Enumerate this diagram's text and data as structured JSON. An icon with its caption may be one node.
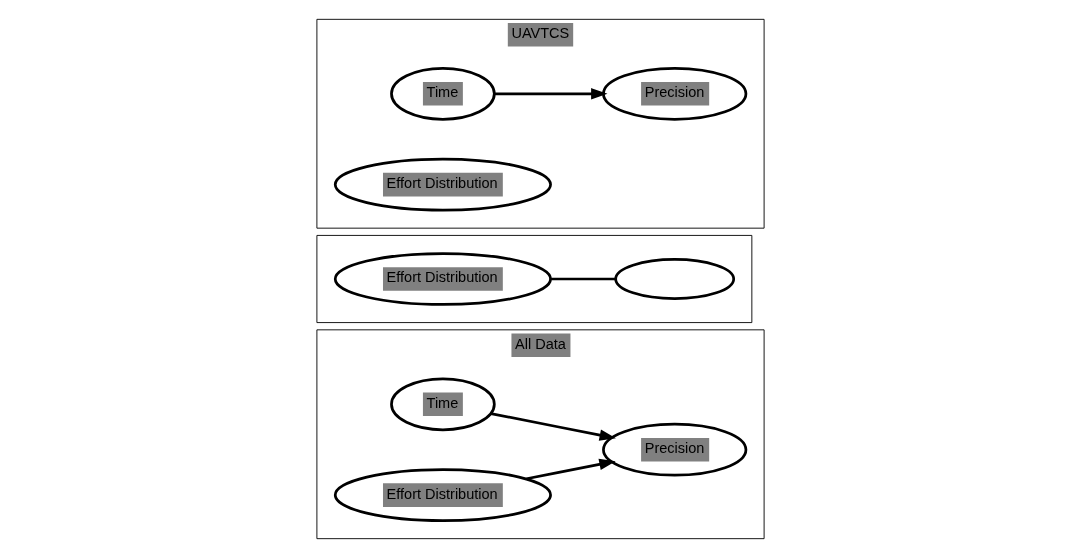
{
  "diagram": {
    "nodes": [
      {
        "text": [
          "All Data"
        ]
      },
      {
        "text": [
          "Time"
        ],
        "in": 0
      },
      {
        "text": [
          "Precision"
        ],
        "in": 0
      },
      {
        "text": [
          "Effort Distribution"
        ],
        "in": 0
      },
      {
        "text": [],
        "shape": "box"
      },
      {
        "text": [],
        "shape": "ellipse",
        "in": 4
      },
      {
        "text": [
          "Effort Distribution"
        ],
        "in": 4
      },
      {
        "text": [
          "UAVTCS"
        ]
      },
      {
        "text": [
          "Time"
        ],
        "in": 7
      },
      {
        "text": [
          "Precision"
        ],
        "in": 7
      },
      {
        "text": [
          "Effort Distribution"
        ],
        "in": 7
      }
    ],
    "edges": [
      {
        "from": 1,
        "to": 2,
        "arrow": "to"
      },
      {
        "from": 3,
        "to": 2,
        "arrow": "to"
      },
      {
        "from": 6,
        "to": 5,
        "arrow": "none"
      },
      {
        "from": 8,
        "to": 9,
        "arrow": "to"
      }
    ]
  }
}
